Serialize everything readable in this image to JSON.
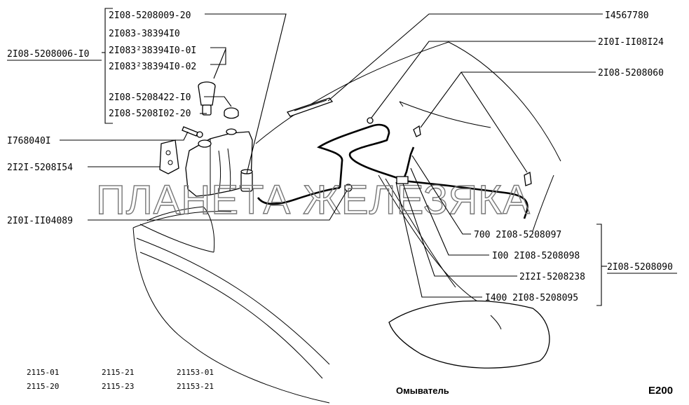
{
  "labels": {
    "l1": "2I08-5208009-20",
    "l2": "2I083-38394I0",
    "l3": "2I083²38394I0-0I",
    "l4": "2I083²38394I0-02",
    "l5": "2I08-5208422-I0",
    "l6": "2I08-5208I02-20",
    "l7": "I768040I",
    "l8": "2I2I-5208I54",
    "l9": "2I0I-II04089",
    "left_group": "2I08-5208006-I0",
    "r1": "I4567780",
    "r2": "2I0I-II08I24",
    "r3": "2I08-5208060",
    "b1": "700  2I08-5208097",
    "b2": "I00  2I08-5208098",
    "b3": "2I2I-5208238",
    "b4": "I400  2I08-5208095",
    "right_group": "2I08-5208090"
  },
  "watermark": "ПЛАНЕТА ЖЕЛЕЗЯКА",
  "model_codes": {
    "c1": "2115-01",
    "c2": "2115-20",
    "c3": "2115-21",
    "c4": "2115-23",
    "c5": "21153-01",
    "c6": "21153-21"
  },
  "caption": "Омыватель",
  "page_code": "E200"
}
